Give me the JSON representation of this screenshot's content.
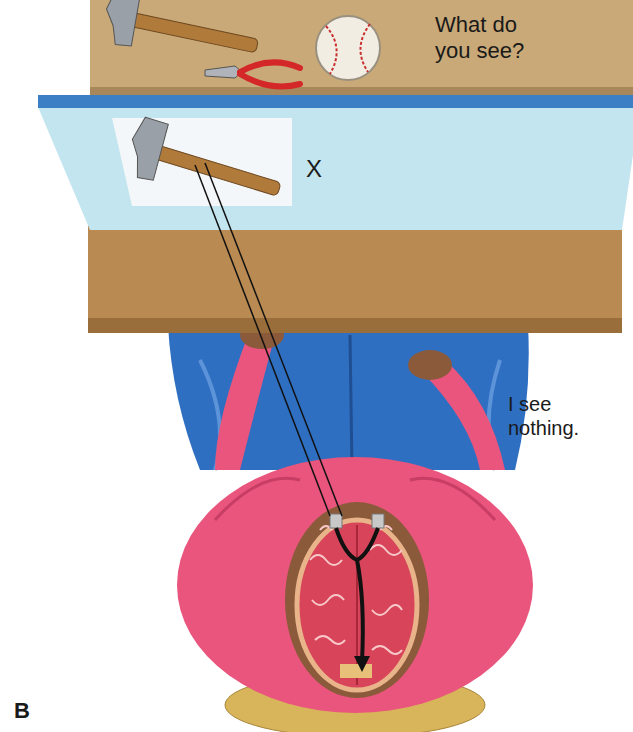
{
  "diagram": {
    "nodes": [
      {
        "text": [
          "What do you see?"
        ]
      },
      {
        "text": [
          "X"
        ]
      }
    ],
    "labels": [
      "I see nothing.",
      "B"
    ]
  }
}
